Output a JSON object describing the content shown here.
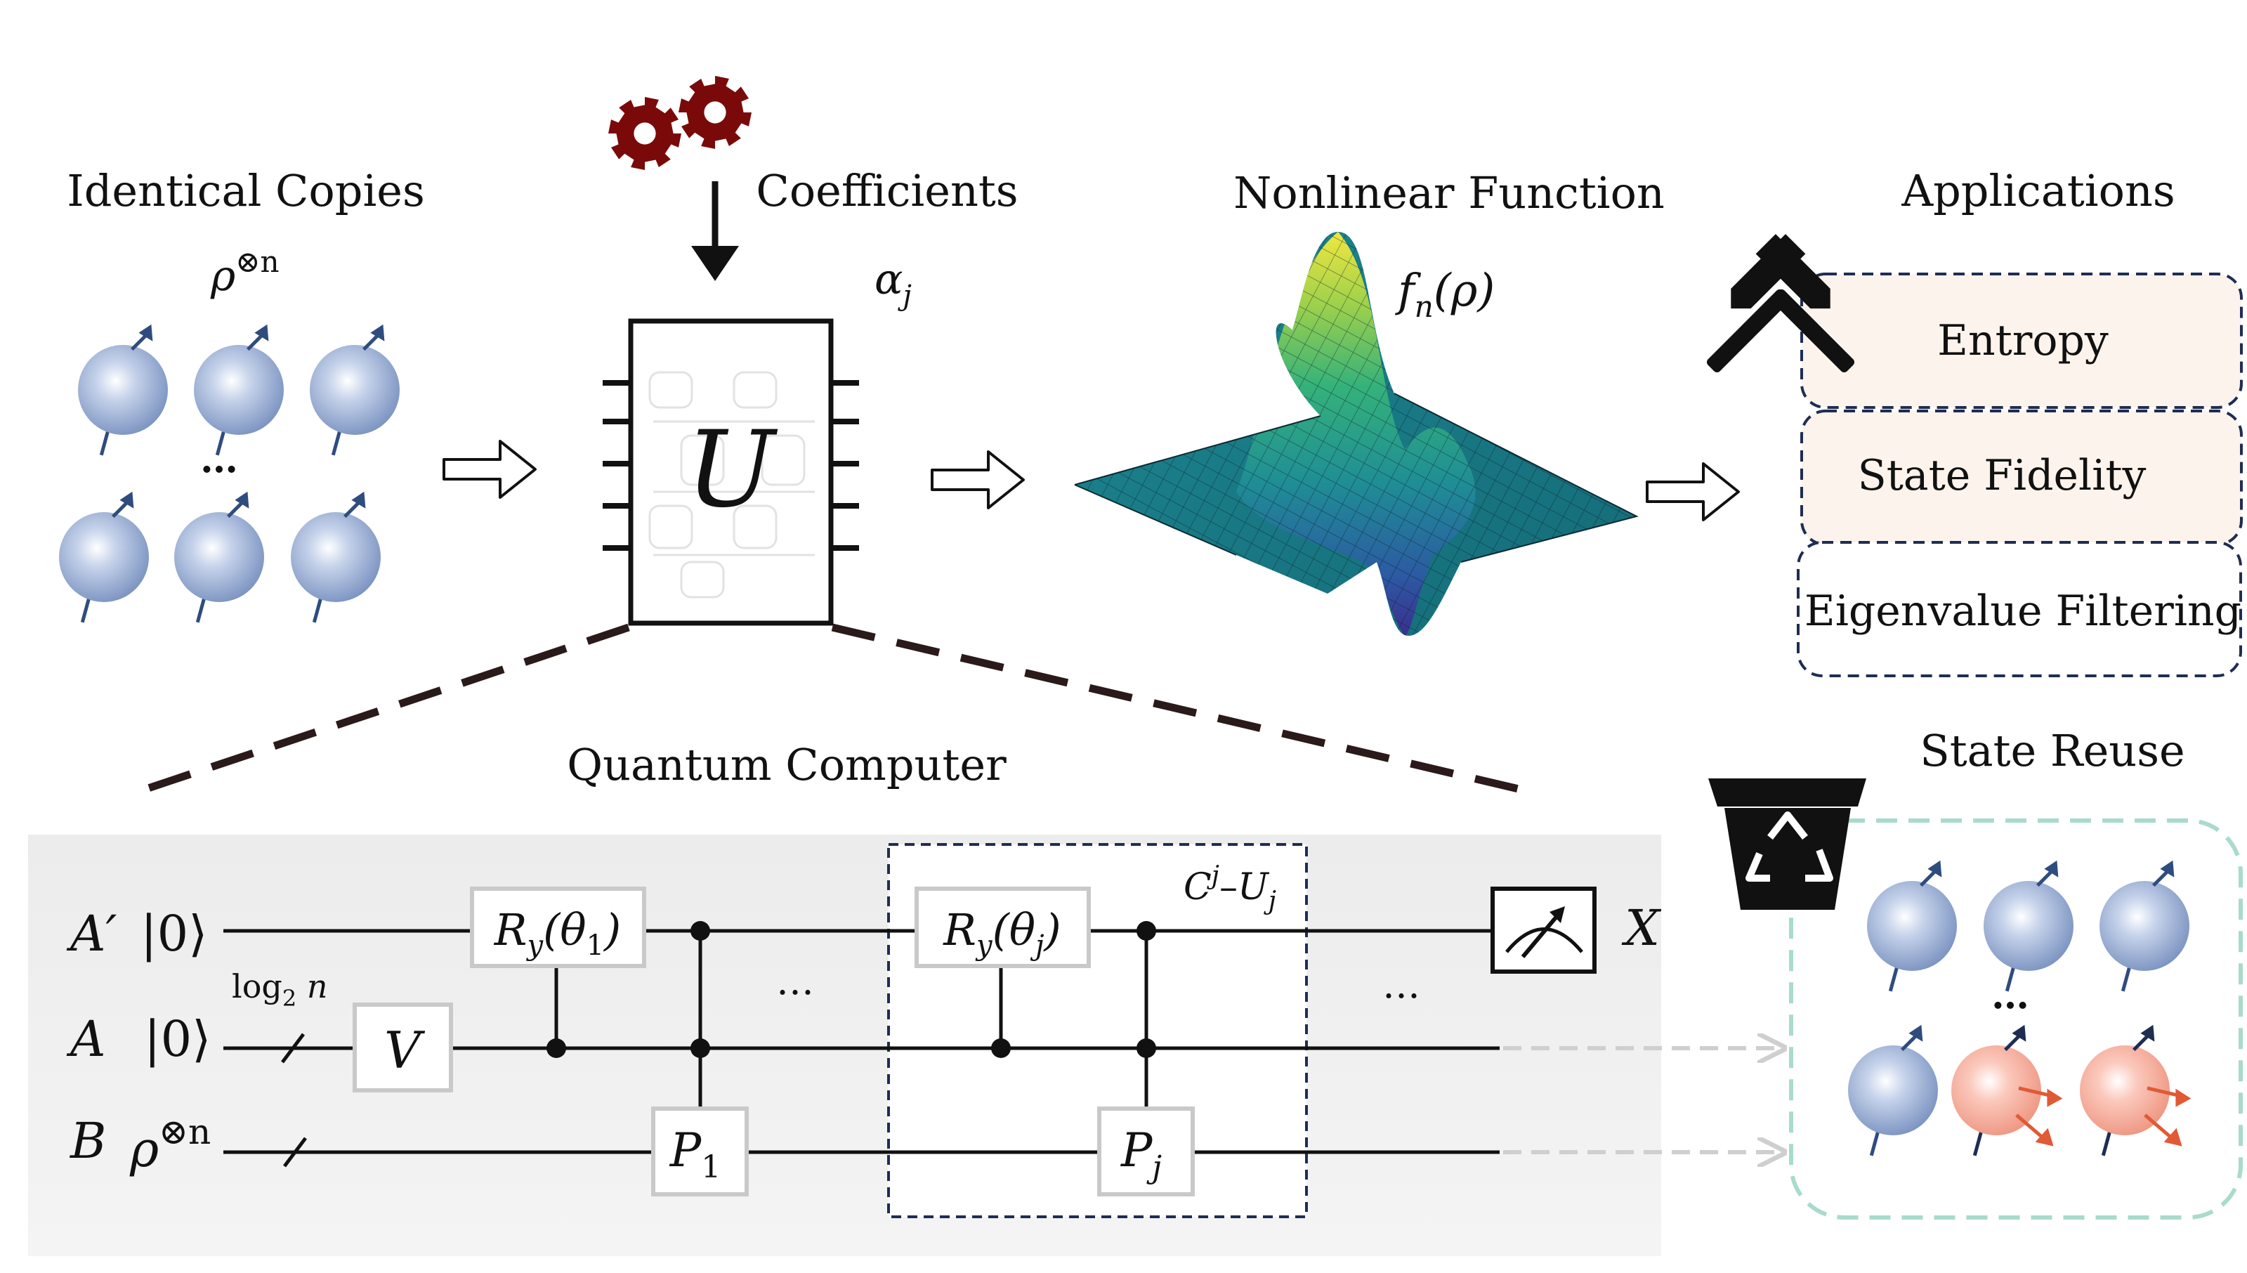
{
  "headings": {
    "identical_copies": "Identical Copies",
    "coefficients": "Coefficients",
    "nonlinear_function": "Nonlinear Function",
    "applications": "Applications",
    "quantum_computer": "Quantum Computer",
    "state_reuse": "State Reuse"
  },
  "math": {
    "rho_tensor_base": "ρ",
    "rho_tensor_exp": "⊗n",
    "alpha_base": "α",
    "alpha_sub": "j",
    "f_base": "f",
    "f_sub": "n",
    "f_arg": "(ρ)",
    "unitary": "U",
    "ellipsis": "…"
  },
  "applications": [
    "Entropy",
    "State Fidelity",
    "Eigenvalue Filtering"
  ],
  "circuit": {
    "wires": [
      {
        "label": "A′",
        "state": "|0⟩"
      },
      {
        "label": "A",
        "state": "|0⟩"
      },
      {
        "label": "B",
        "state_base": "ρ",
        "state_exp": "⊗n"
      }
    ],
    "register_size": {
      "base": "log",
      "sub": "2",
      "tail": " n"
    },
    "gate_v": "V",
    "gate_ry1": {
      "base": "R",
      "sub": "y",
      "arg": "(θ",
      "arg_sub": "1",
      "close": ")"
    },
    "gate_ryj": {
      "base": "R",
      "sub": "y",
      "arg": "(θ",
      "arg_sub": "j",
      "close": ")"
    },
    "gate_p1": {
      "base": "P",
      "sub": "1"
    },
    "gate_pj": {
      "base": "P",
      "sub": "j"
    },
    "block_label": {
      "c": "C",
      "sup": "j",
      "dash": "–",
      "u": "U",
      "sub": "j"
    },
    "measurement_output": "X",
    "ellipsis": "…"
  },
  "colors": {
    "gear": "#7a0a0a",
    "qubit_blue": "#8fa6cf",
    "qubit_red": "#f4a493",
    "arrow_red": "#e05a36",
    "navy_dash": "#1f2d52",
    "reuse_dash": "#a8dcc8",
    "panel_gray": "#efefef",
    "app_fill": "#fbf3ec"
  },
  "icons": [
    "gears-icon",
    "down-arrow-icon",
    "hollow-arrow-icon",
    "hammers-icon",
    "recycle-bin-icon",
    "meter-icon"
  ]
}
